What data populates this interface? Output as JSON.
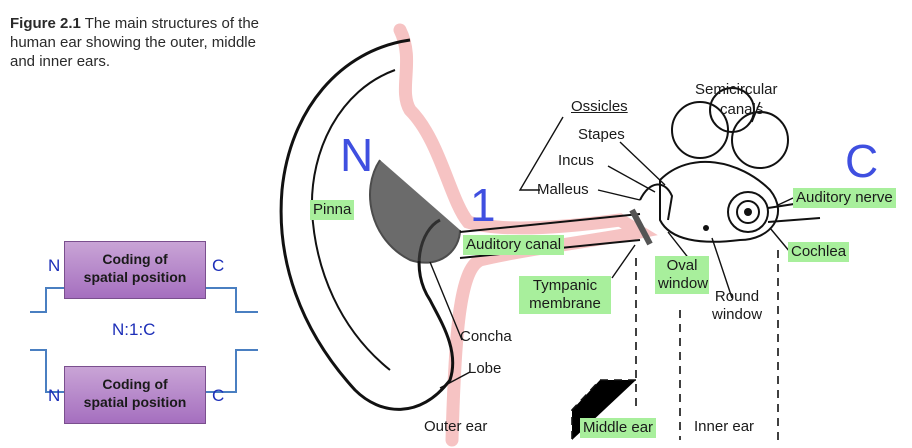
{
  "caption": {
    "figure": "Figure 2.1",
    "text": "The main structures of the human ear showing the outer, middle and inner ears."
  },
  "big_labels": {
    "n": "N",
    "one": "1",
    "c": "C"
  },
  "labels": {
    "pinna": "Pinna",
    "auditory_canal": "Auditory canal",
    "ossicles": "Ossicles",
    "stapes": "Stapes",
    "incus": "Incus",
    "malleus": "Malleus",
    "semicircular_canals_1": "Semicircular",
    "semicircular_canals_2": "canals",
    "auditory_nerve": "Auditory nerve",
    "cochlea": "Cochlea",
    "oval_window_1": "Oval",
    "oval_window_2": "window",
    "round_window_1": "Round",
    "round_window_2": "window",
    "tympanic_membrane_1": "Tympanic",
    "tympanic_membrane_2": "membrane",
    "concha": "Concha",
    "lobe": "Lobe",
    "outer_ear": "Outer ear",
    "middle_ear": "Middle ear",
    "inner_ear": "Inner ear"
  },
  "blocks": {
    "top_line1": "Coding of",
    "top_line2": "spatial position",
    "bottom_line1": "Coding of",
    "bottom_line2": "spatial position",
    "n_label": "N",
    "c_label": "C",
    "ratio": "N:1:C"
  }
}
